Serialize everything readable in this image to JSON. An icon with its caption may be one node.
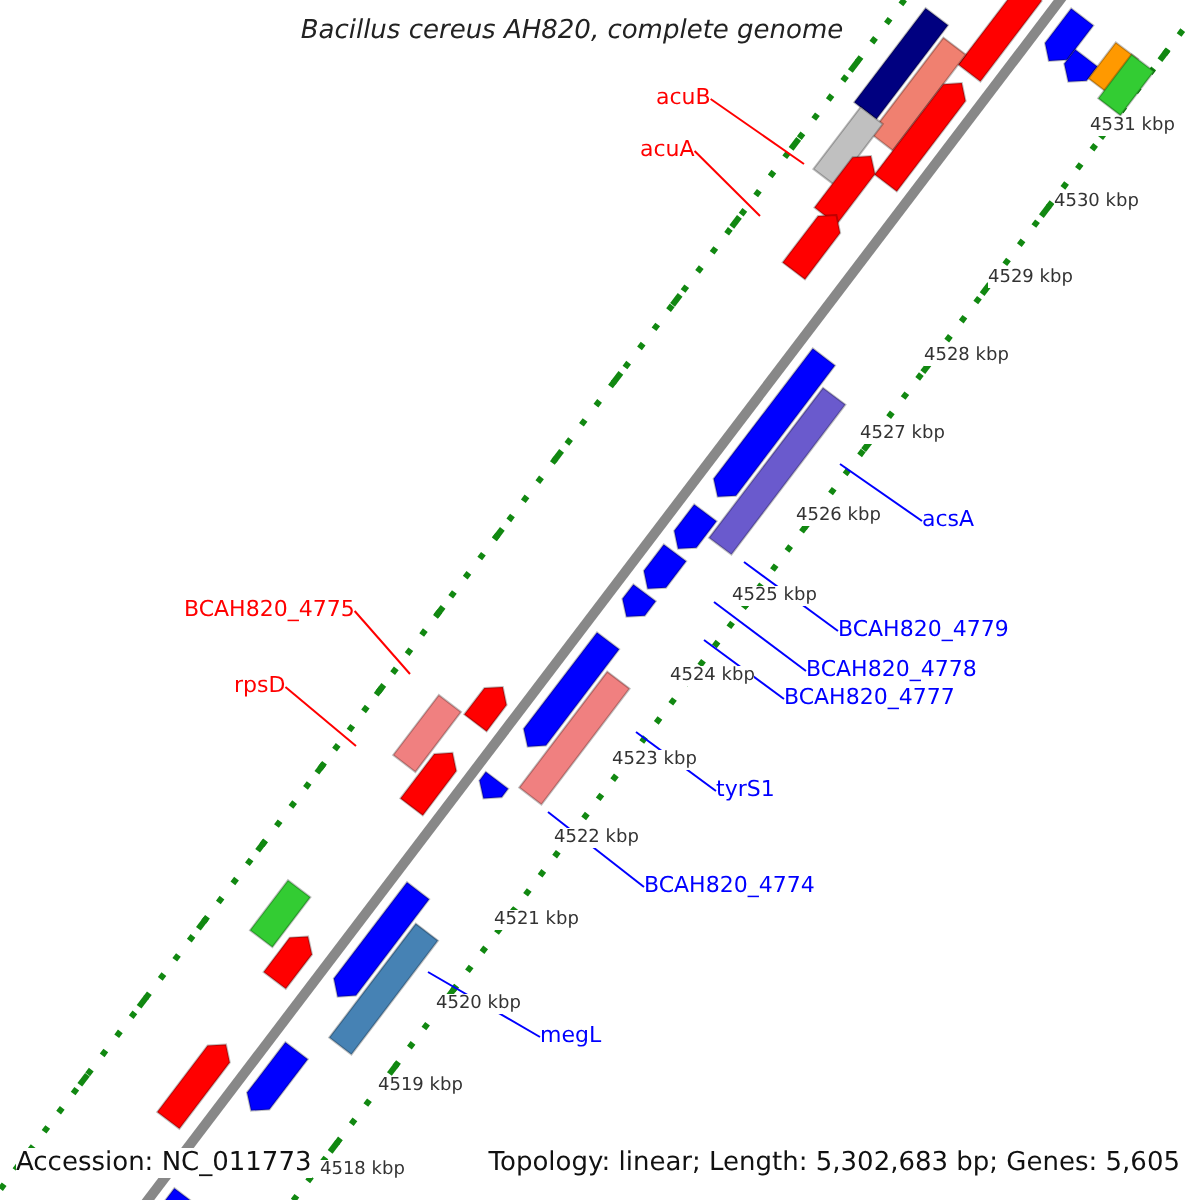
{
  "diagram": {
    "title": "Bacillus cereus AH820, complete genome",
    "nodes": [
      {
        "text": [
          "acuB"
        ]
      },
      {
        "text": [
          "acuA"
        ]
      },
      {
        "text": [
          "acsA"
        ]
      },
      {
        "text": [
          "BCAH820_4775"
        ]
      },
      {
        "text": [
          "BCAH820_4779"
        ]
      },
      {
        "text": [
          "BCAH820_4778"
        ]
      },
      {
        "text": [
          "rpsD"
        ]
      },
      {
        "text": [
          "BCAH820_4777"
        ]
      },
      {
        "text": [
          "tyrS1"
        ]
      },
      {
        "text": [
          "BCAH820_4774"
        ]
      },
      {
        "text": [
          "megL"
        ]
      }
    ],
    "edges": [
      {
        "from": 0,
        "to": null,
        "arrow": "none",
        "color": "#ff0000"
      },
      {
        "from": 1,
        "to": null,
        "arrow": "none",
        "color": "#ff0000"
      },
      {
        "from": 2,
        "to": null,
        "arrow": "none"
      },
      {
        "from": 3,
        "to": null,
        "arrow": "none",
        "color": "#ff0000"
      },
      {
        "from": 4,
        "to": null,
        "arrow": "none"
      },
      {
        "from": 5,
        "to": null,
        "arrow": "none"
      },
      {
        "from": 6,
        "to": null,
        "arrow": "none",
        "color": "#ff0000"
      },
      {
        "from": 7,
        "to": null,
        "arrow": "none"
      },
      {
        "from": 8,
        "to": null,
        "arrow": "none"
      },
      {
        "from": 9,
        "to": null,
        "arrow": "none"
      },
      {
        "from": 10,
        "to": null,
        "arrow": "none"
      }
    ],
    "labels": [
      "4531 kbp",
      "4530 kbp",
      "4529 kbp",
      "4528 kbp",
      "4527 kbp",
      "4526 kbp",
      "4525 kbp",
      "4524 kbp",
      "4523 kbp",
      "4522 kbp",
      "4521 kbp",
      "4520 kbp",
      "4519 kbp",
      "4518 kbp",
      "Accession: NC_011773",
      "Topology: linear; Length: 5,302,683 bp; Genes: 5,605"
    ]
  }
}
